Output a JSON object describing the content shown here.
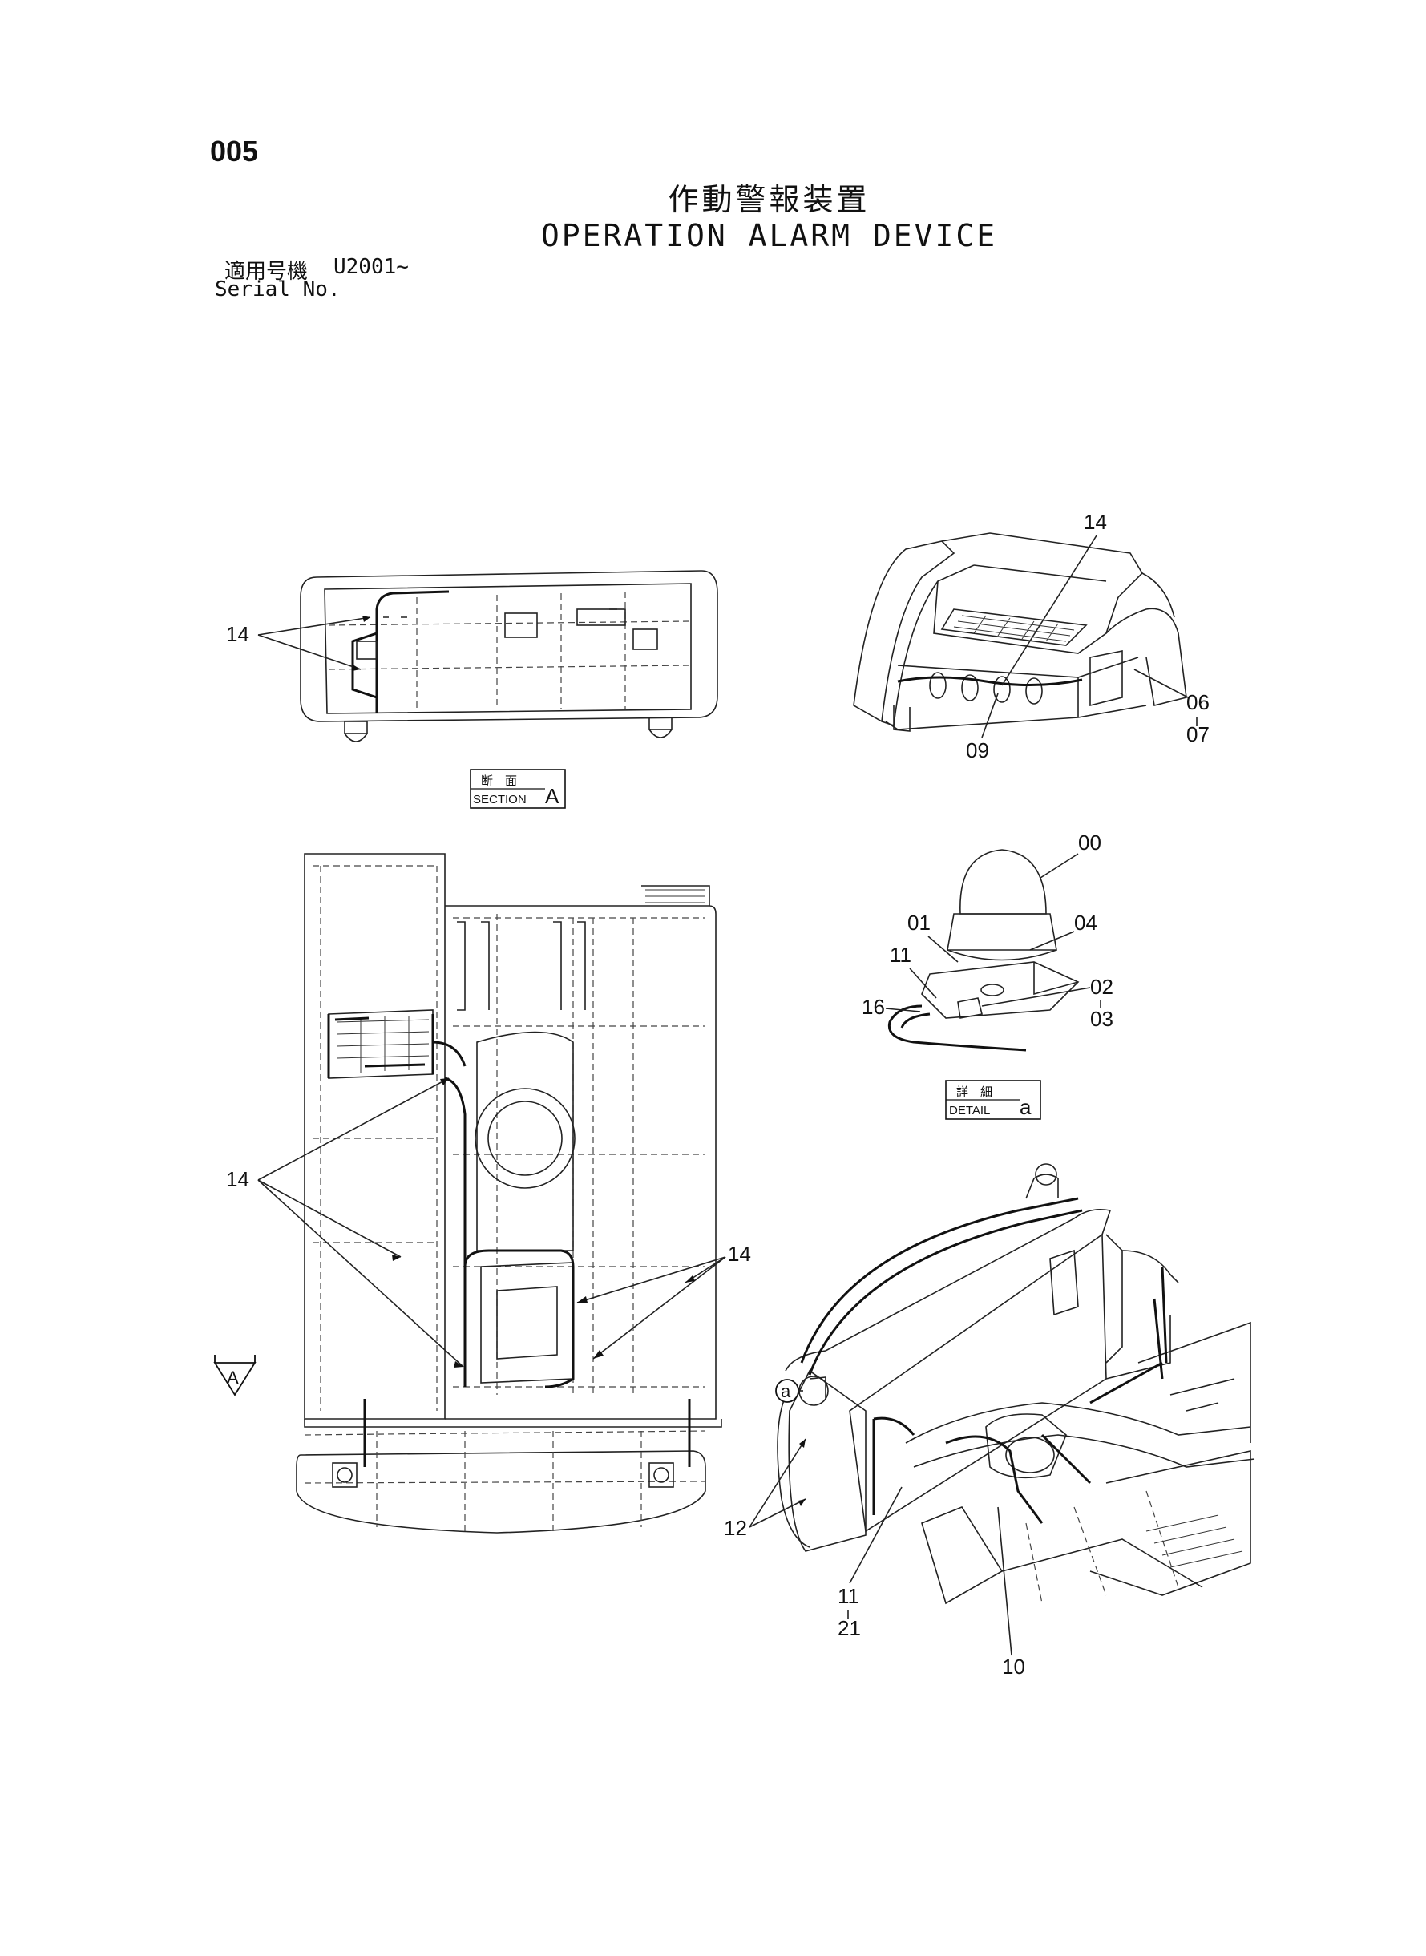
{
  "header": {
    "page_number": "005",
    "title_ja": "作動警報装置",
    "title_en": "OPERATION ALARM DEVICE",
    "serial_label_ja": "適用号機",
    "serial_value": "U2001~",
    "serial_label_en": "Serial No."
  },
  "views": {
    "section_a": {
      "caption_ja": "断　面",
      "caption_en": "SECTION",
      "letter": "A"
    },
    "detail_a": {
      "caption_ja": "詳　細",
      "caption_en": "DETAIL",
      "letter": "a"
    },
    "view_arrow_letter": "A",
    "detail_marker_letter": "a"
  },
  "callouts": {
    "sectionA_14": "14",
    "cab_14": "14",
    "cab_06": "06",
    "cab_07": "07",
    "cab_09": "09",
    "detail_00": "00",
    "detail_01": "01",
    "detail_04": "04",
    "detail_11": "11",
    "detail_02": "02",
    "detail_03": "03",
    "detail_16": "16",
    "plan_14_left": "14",
    "plan_14_right": "14",
    "iso_12": "12",
    "iso_11": "11",
    "iso_21": "21",
    "iso_10": "10"
  }
}
